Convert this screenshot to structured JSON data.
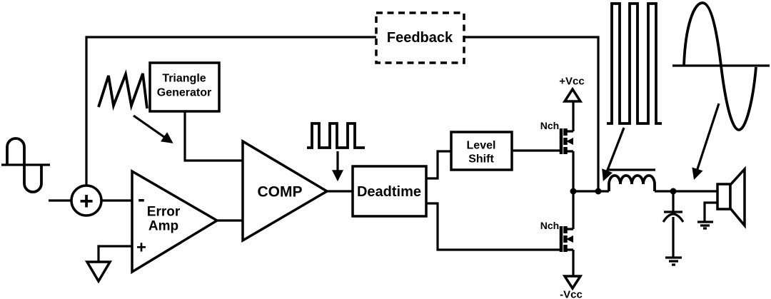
{
  "colors": {
    "background": "#ffffff",
    "line": "#000000"
  },
  "labels": {
    "feedback": "Feedback",
    "triangle_generator_line1": "Triangle",
    "triangle_generator_line2": "Generator",
    "error_amp_line1": "Error",
    "error_amp_line2": "Amp",
    "error_amp_minus": "-",
    "error_amp_plus": "+",
    "summing_plus": "+",
    "comp": "COMP",
    "deadtime": "Deadtime",
    "level_shift_line1": "Level",
    "level_shift_line2": "Shift",
    "nch_high": "Nch",
    "nch_low": "Nch",
    "vcc_positive": "+Vcc",
    "vcc_negative": "-Vcc"
  },
  "icons": [
    "input-sine-waveform",
    "sawtooth-waveform",
    "pwm-waveform",
    "pwm-output-waveform",
    "output-sine-waveform",
    "summing-junction",
    "ground-icon",
    "inductor-icon",
    "capacitor-icon",
    "speaker-icon",
    "mosfet-icon"
  ]
}
